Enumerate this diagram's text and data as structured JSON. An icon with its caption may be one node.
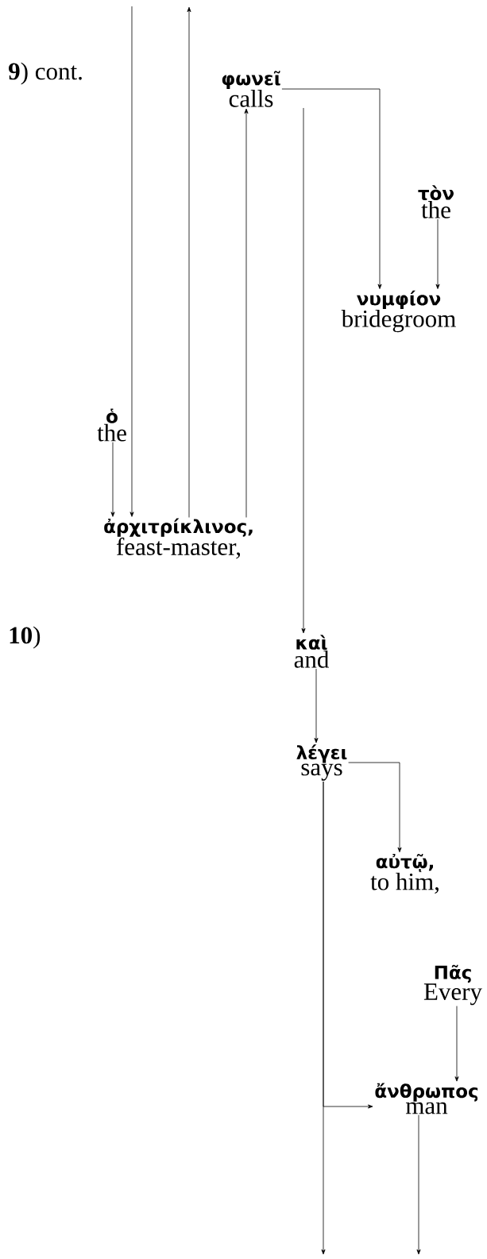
{
  "diagram": {
    "nodes": [
      {
        "text": [
          "φωνεῖ",
          "calls"
        ]
      },
      {
        "text": [
          "τὸν",
          "the"
        ]
      },
      {
        "text": [
          "νυμφίον",
          "bridegroom"
        ]
      },
      {
        "text": [
          "ὁ",
          "the"
        ]
      },
      {
        "text": [
          "ἀρχιτρίκλινος,",
          "feast-master,"
        ]
      },
      {
        "text": [
          "καὶ",
          "and"
        ]
      },
      {
        "text": [
          "λέγει",
          "says"
        ]
      },
      {
        "text": [
          "αὐτῷ,",
          "to him,"
        ]
      },
      {
        "text": [
          "Πᾶς",
          "Every"
        ]
      },
      {
        "text": [
          "ἄνθρωπος",
          "man"
        ]
      }
    ],
    "edges": [
      {
        "from": null,
        "to": 4,
        "arrow": "to"
      },
      {
        "from": 4,
        "to": null,
        "arrow": "to"
      },
      {
        "from": 4,
        "to": 0,
        "arrow": "to"
      },
      {
        "from": 0,
        "to": 2,
        "arrow": "to"
      },
      {
        "from": 1,
        "to": 2,
        "arrow": "to"
      },
      {
        "from": 3,
        "to": 4,
        "arrow": "to"
      },
      {
        "from": 0,
        "to": 5,
        "arrow": "to"
      },
      {
        "from": 5,
        "to": 6,
        "arrow": "to"
      },
      {
        "from": 6,
        "to": 7,
        "arrow": "to"
      },
      {
        "from": 6,
        "to": null,
        "arrow": "to"
      },
      {
        "from": 6,
        "to": 9,
        "arrow": "to"
      },
      {
        "from": 8,
        "to": 9,
        "arrow": "to"
      },
      {
        "from": 9,
        "to": null,
        "arrow": "to"
      }
    ],
    "labels": [
      "**9**) cont.",
      "**10**)"
    ]
  }
}
